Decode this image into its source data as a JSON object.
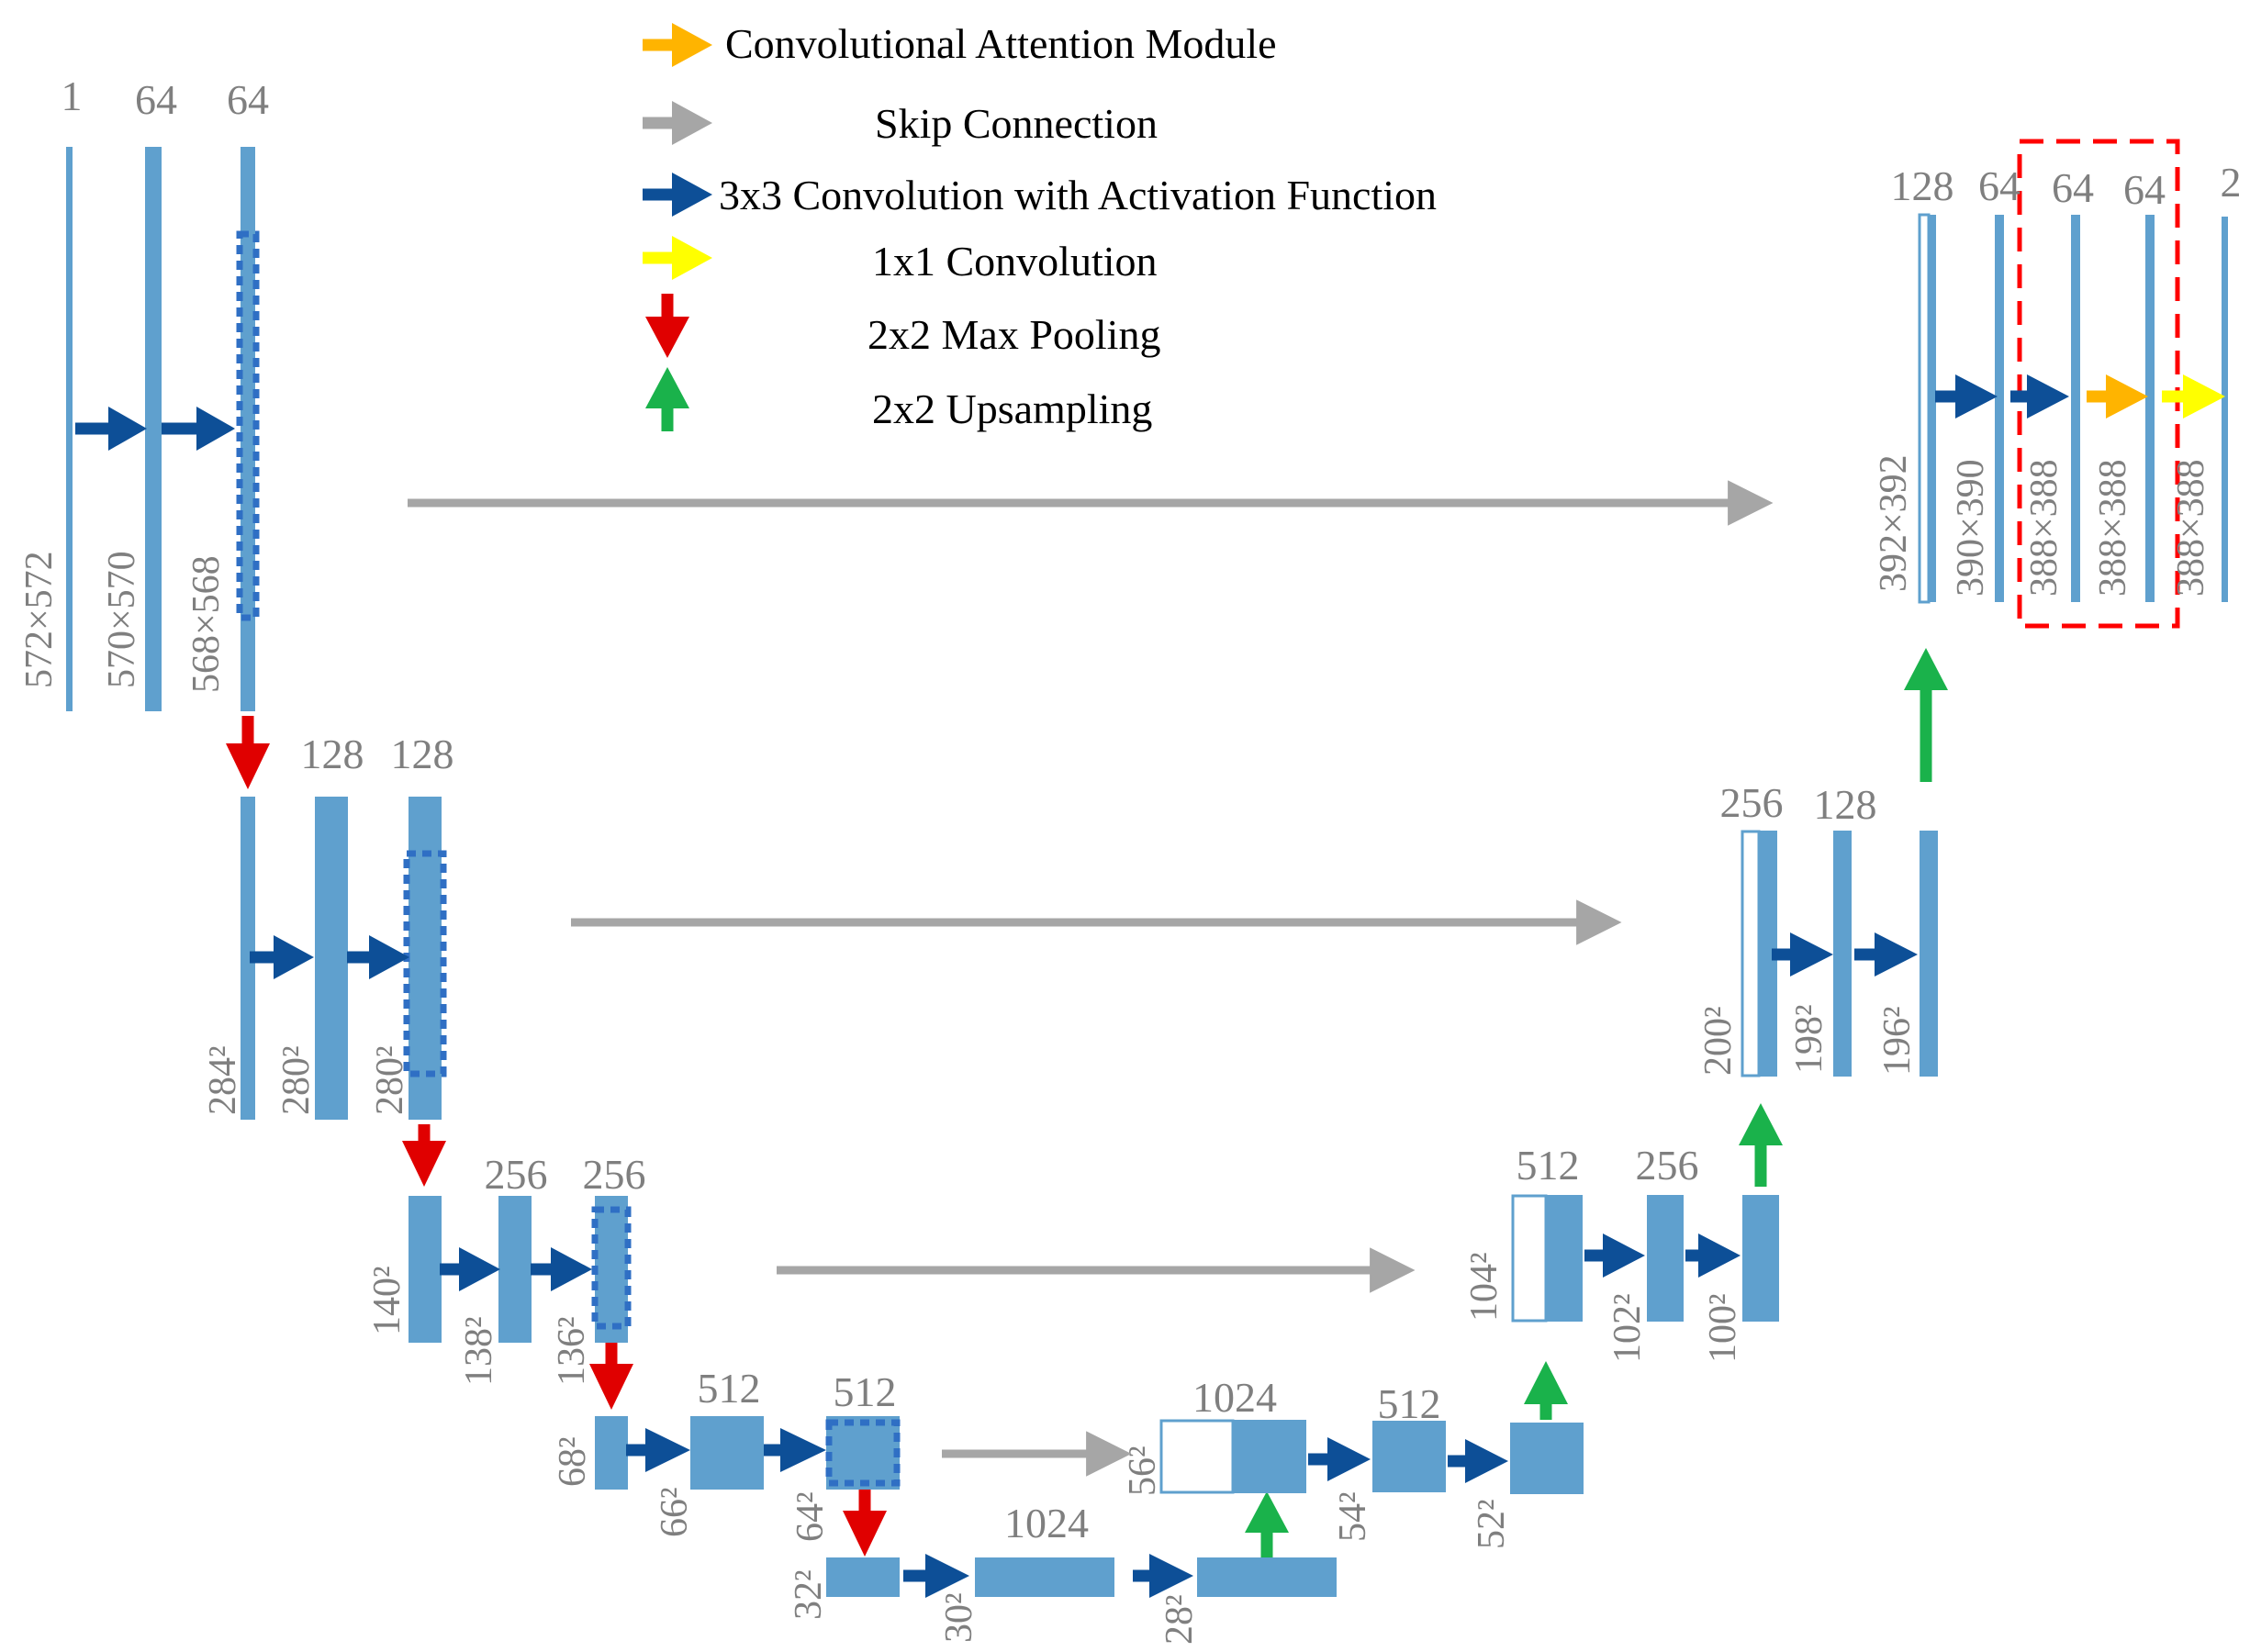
{
  "colors": {
    "feature_map": "#5fa0ce",
    "dashed_outline": "#2f6fc4",
    "attention_arrow": "#ffb400",
    "skip_arrow": "#a6a6a6",
    "conv3x3_arrow": "#0d4f97",
    "conv1x1_arrow": "#ffff00",
    "maxpool_arrow": "#e00000",
    "upsample_arrow": "#1ab24b",
    "highlight_box": "#ff0000",
    "label_gray": "#7f7f7f"
  },
  "legend": {
    "attention": "Convolutional Attention Module",
    "skip": "Skip Connection",
    "conv3x3": "3x3 Convolution with Activation Function",
    "conv1x1": "1x1 Convolution",
    "maxpool": "2x2 Max Pooling",
    "upsample": "2x2 Upsampling"
  },
  "encoder": {
    "level1": {
      "channels": [
        "1",
        "64",
        "64"
      ],
      "sizes": [
        "572×572",
        "570×570",
        "568×568"
      ]
    },
    "level2": {
      "channels": [
        "128",
        "128"
      ],
      "sizes": [
        "284²",
        "280²",
        "280²"
      ]
    },
    "level3": {
      "channels": [
        "256",
        "256"
      ],
      "sizes": [
        "140²",
        "138²",
        "136²"
      ]
    },
    "level4": {
      "channels": [
        "512",
        "512"
      ],
      "sizes": [
        "68²",
        "66²",
        "64²"
      ]
    }
  },
  "bottleneck": {
    "channels": [
      "1024"
    ],
    "sizes": [
      "32²",
      "30²",
      "28²"
    ]
  },
  "decoder": {
    "level4": {
      "channels": [
        "1024",
        "512"
      ],
      "sizes": [
        "56²",
        "54²",
        "52²"
      ]
    },
    "level3": {
      "channels": [
        "512",
        "256"
      ],
      "sizes": [
        "104²",
        "102²",
        "100²"
      ]
    },
    "level2": {
      "channels": [
        "256",
        "128"
      ],
      "sizes": [
        "200²",
        "198²",
        "196²"
      ]
    },
    "level1": {
      "channels": [
        "128",
        "64",
        "64",
        "64",
        "2"
      ],
      "sizes": [
        "392×392",
        "390×390",
        "388×388",
        "388×388",
        "388×388"
      ]
    }
  }
}
